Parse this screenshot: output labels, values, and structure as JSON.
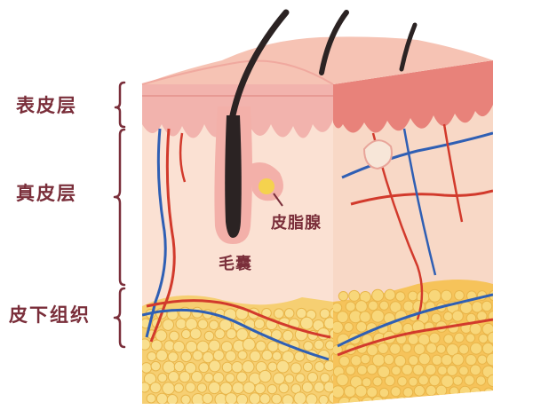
{
  "labels": {
    "epidermis": "表皮层",
    "dermis": "真皮层",
    "subcutaneous": "皮下组织",
    "sebaceous_gland": "皮脂腺",
    "hair_follicle": "毛囊"
  },
  "colors": {
    "label_text": "#7a2e3a",
    "epidermis_front": "#f2b3ad",
    "dermis_front": "#fbe2d4",
    "fat": "#f7d26b",
    "artery": "#d23a2c",
    "vein": "#2f5fb4",
    "hair": "#2b2323"
  }
}
